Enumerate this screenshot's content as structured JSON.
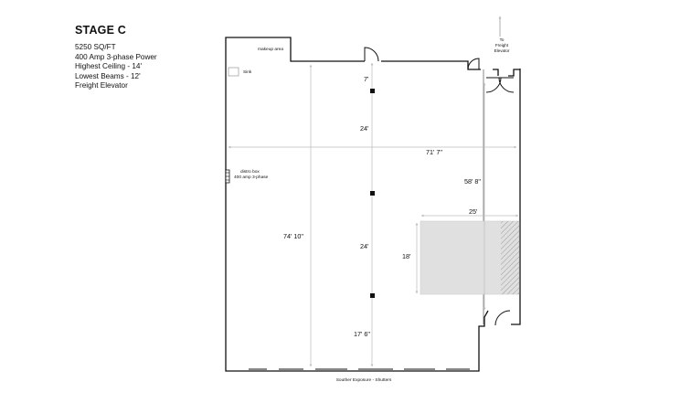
{
  "stage": {
    "title": "STAGE C",
    "specs": [
      "5250 SQ/FT",
      "400 Amp 3-phase Power",
      "Highest Ceiling - 14'",
      "Lowest Beams - 12'",
      "Freight Elevator"
    ]
  },
  "plan": {
    "labels": {
      "makeup_area": "makeup area",
      "sink": "Sink",
      "distro_line1": "distro box",
      "distro_line2": "400 amp 3-phase",
      "freight_line1": "To",
      "freight_line2": "Freight",
      "freight_line3": "Elevator",
      "south_exposure": "Souther Exposure - Shutters"
    },
    "dimensions": {
      "d_7": "7'",
      "d_24_top": "24'",
      "d_width": "71' 7\"",
      "d_58": "58' 8\"",
      "d_25": "25'",
      "d_18": "18'",
      "d_24_bottom": "24'",
      "d_74": "74' 10\"",
      "d_17": "17' 6\""
    }
  }
}
